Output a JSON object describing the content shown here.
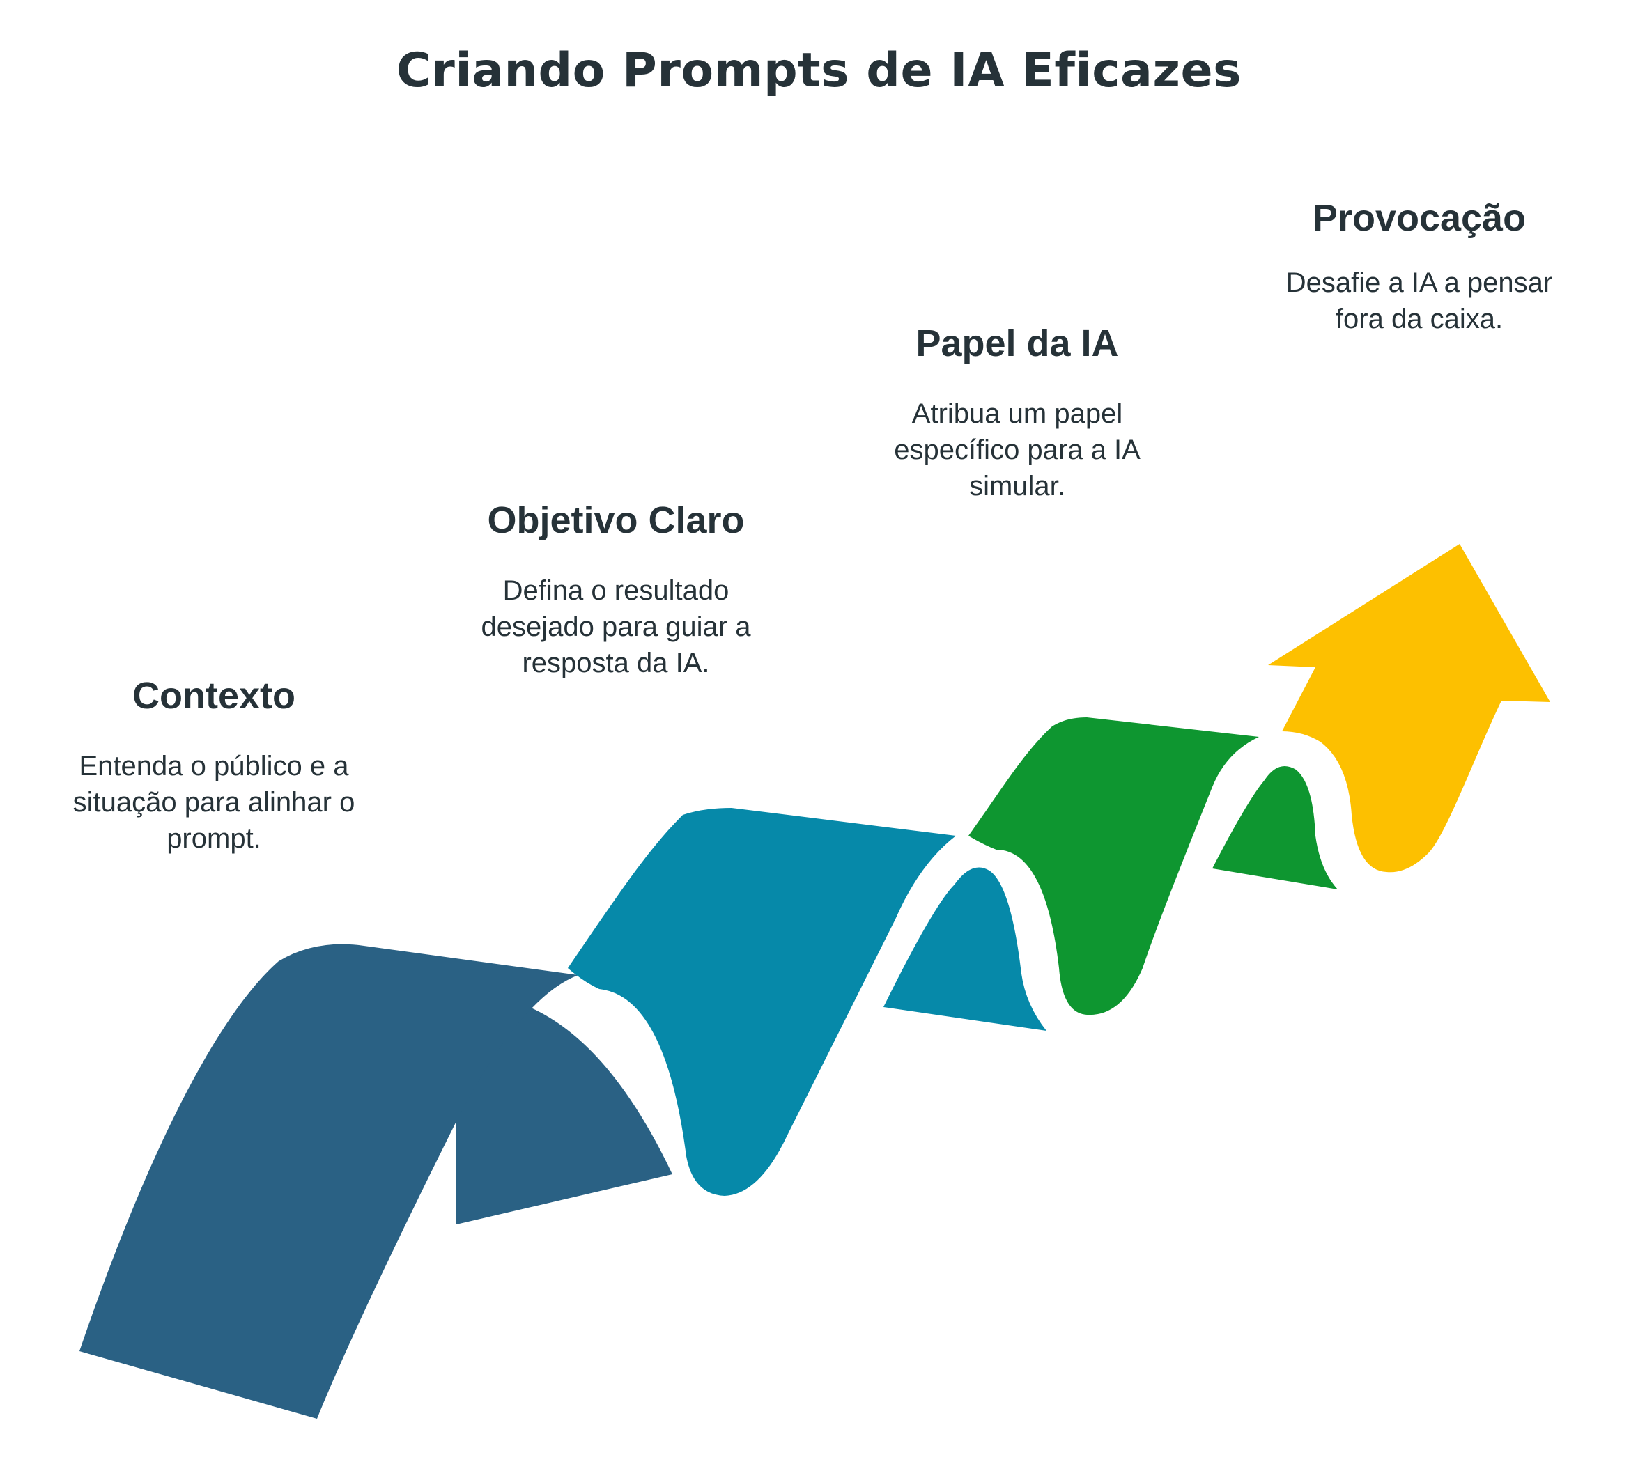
{
  "title": "Criando Prompts de IA Eficazes",
  "colors": {
    "step1": "#2a6184",
    "step2": "#0689a9",
    "step3": "#0e9630",
    "step4": "#fdc000",
    "text": "#263238"
  },
  "steps": [
    {
      "heading": "Contexto",
      "lines": [
        "Entenda o público e a",
        "situação para alinhar o",
        "prompt."
      ],
      "color": "#2a6184"
    },
    {
      "heading": "Objetivo Claro",
      "lines": [
        "Defina o resultado",
        "desejado para guiar a",
        "resposta da IA."
      ],
      "color": "#0689a9"
    },
    {
      "heading": "Papel da IA",
      "lines": [
        "Atribua um papel",
        "específico para a IA",
        "simular."
      ],
      "color": "#0e9630"
    },
    {
      "heading": "Provocação",
      "lines": [
        "Desafie a IA a pensar",
        "fora da caixa."
      ],
      "color": "#fdc000"
    }
  ]
}
